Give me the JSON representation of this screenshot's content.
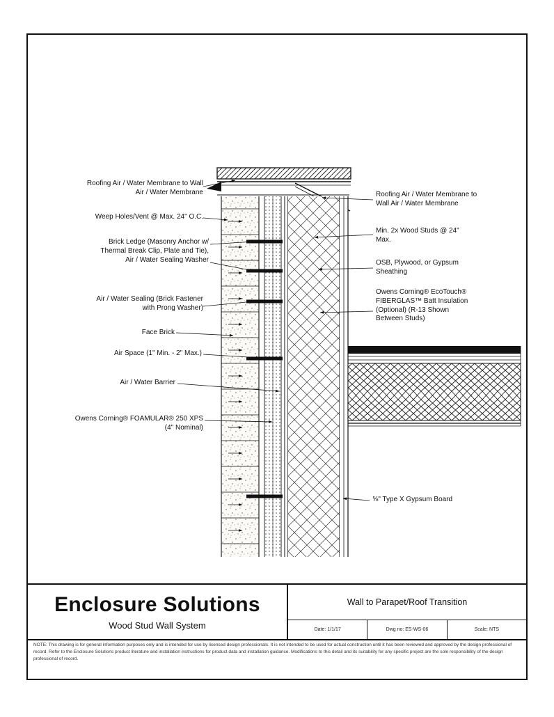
{
  "annotations": {
    "left": [
      {
        "text": "Roofing Air / Water Membrane to Wall\nAir / Water Membrane"
      },
      {
        "text": "Weep Holes/Vent @ Max. 24\" O.C."
      },
      {
        "text": "Brick Ledge (Masonry Anchor w/\nThermal Break Clip, Plate and Tie),\nAir / Water Sealing Washer"
      },
      {
        "text": "Air / Water Sealing (Brick Fastener\nwith Prong Washer)"
      },
      {
        "text": "Face Brick"
      },
      {
        "text": "Air Space (1\" Min. - 2\" Max.)"
      },
      {
        "text": "Air / Water Barrier"
      },
      {
        "text": "Owens Corning® FOAMULAR® 250 XPS\n(4\" Nominal)"
      }
    ],
    "right": [
      {
        "text": "Roofing Air / Water Membrane to\nWall Air / Water Membrane"
      },
      {
        "text": "Min. 2x Wood Studs @ 24\"\nMax."
      },
      {
        "text": "OSB, Plywood, or Gypsum\nSheathing"
      },
      {
        "text": "Owens Corning® EcoTouch®\nFIBERGLAS™ Batt Insulation\n(Optional) (R-13 Shown\nBetween Studs)"
      },
      {
        "text": "⅝\" Type X Gypsum Board"
      }
    ]
  },
  "titleblock": {
    "company": "Enclosure Solutions",
    "system": "Wood Stud Wall System",
    "drawing_title": "Wall to Parapet/Roof Transition",
    "date": "Date: 1/1/17",
    "dwg_no": "Dwg no: ES-WS-06",
    "sheet_ref": "Scale: NTS"
  },
  "note": {
    "text": "NOTE: This drawing is for general information purposes only and is intended for use by licensed design professionals. It is not intended to be used for actual construction until it has been reviewed and approved by the design professional of record. Refer to the Enclosure Solutions product literature and installation instructions for product data and installation guidance. Modifications to this detail and its suitability for any specific project are the sole responsibility of the design professional of record."
  }
}
